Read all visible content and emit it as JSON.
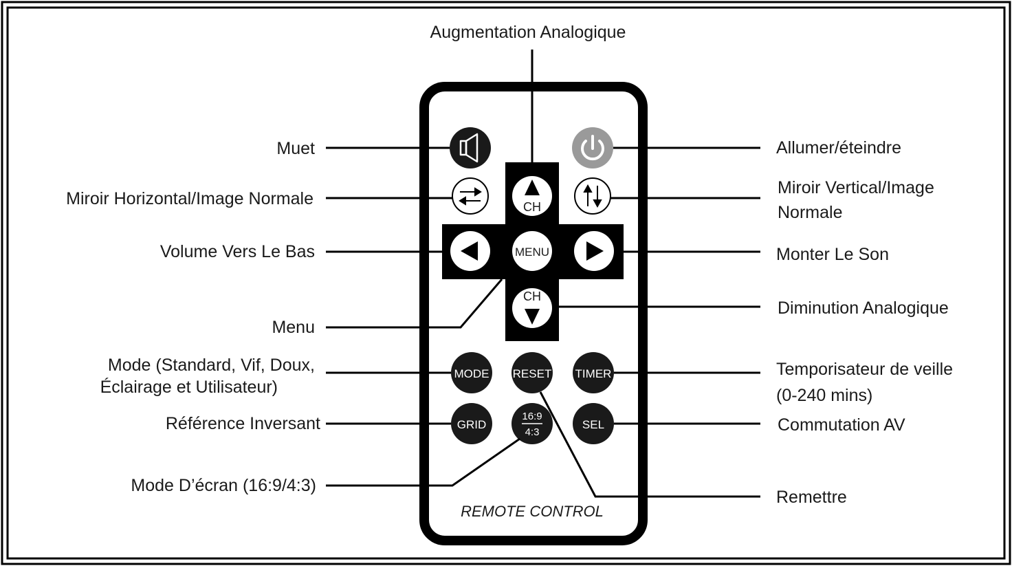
{
  "labels": {
    "top": "Augmentation Analogique",
    "muet": "Muet",
    "miroir_h": "Miroir Horizontal/Image Normale",
    "volume_bas": "Volume Vers Le Bas",
    "menu": "Menu",
    "mode_line1": "Mode (Standard, Vif, Doux,",
    "mode_line2": "Éclairage et Utilisateur)",
    "reference": "Référence Inversant",
    "ecran": "Mode D’écran (16:9/4:3)",
    "power": "Allumer/éteindre",
    "miroir_v_line1": "Miroir Vertical/Image",
    "miroir_v_line2": "Normale",
    "monter": "Monter Le Son",
    "diminution": "Diminution Analogique",
    "timer_line1": "Temporisateur de veille",
    "timer_line2": "(0-240 mins)",
    "av": "Commutation AV",
    "remettre": "Remettre"
  },
  "remote": {
    "caption": "REMOTE CONTROL",
    "ch_up": "CH",
    "ch_down": "CH",
    "menu": "MENU",
    "mode": "MODE",
    "reset": "RESET",
    "timer": "TIMER",
    "grid": "GRID",
    "sel": "SEL",
    "ratio_top": "16:9",
    "ratio_bottom": "4:3"
  },
  "colors": {
    "button_dark": "#1a1a1a",
    "power_gray": "#9a9a9a"
  }
}
